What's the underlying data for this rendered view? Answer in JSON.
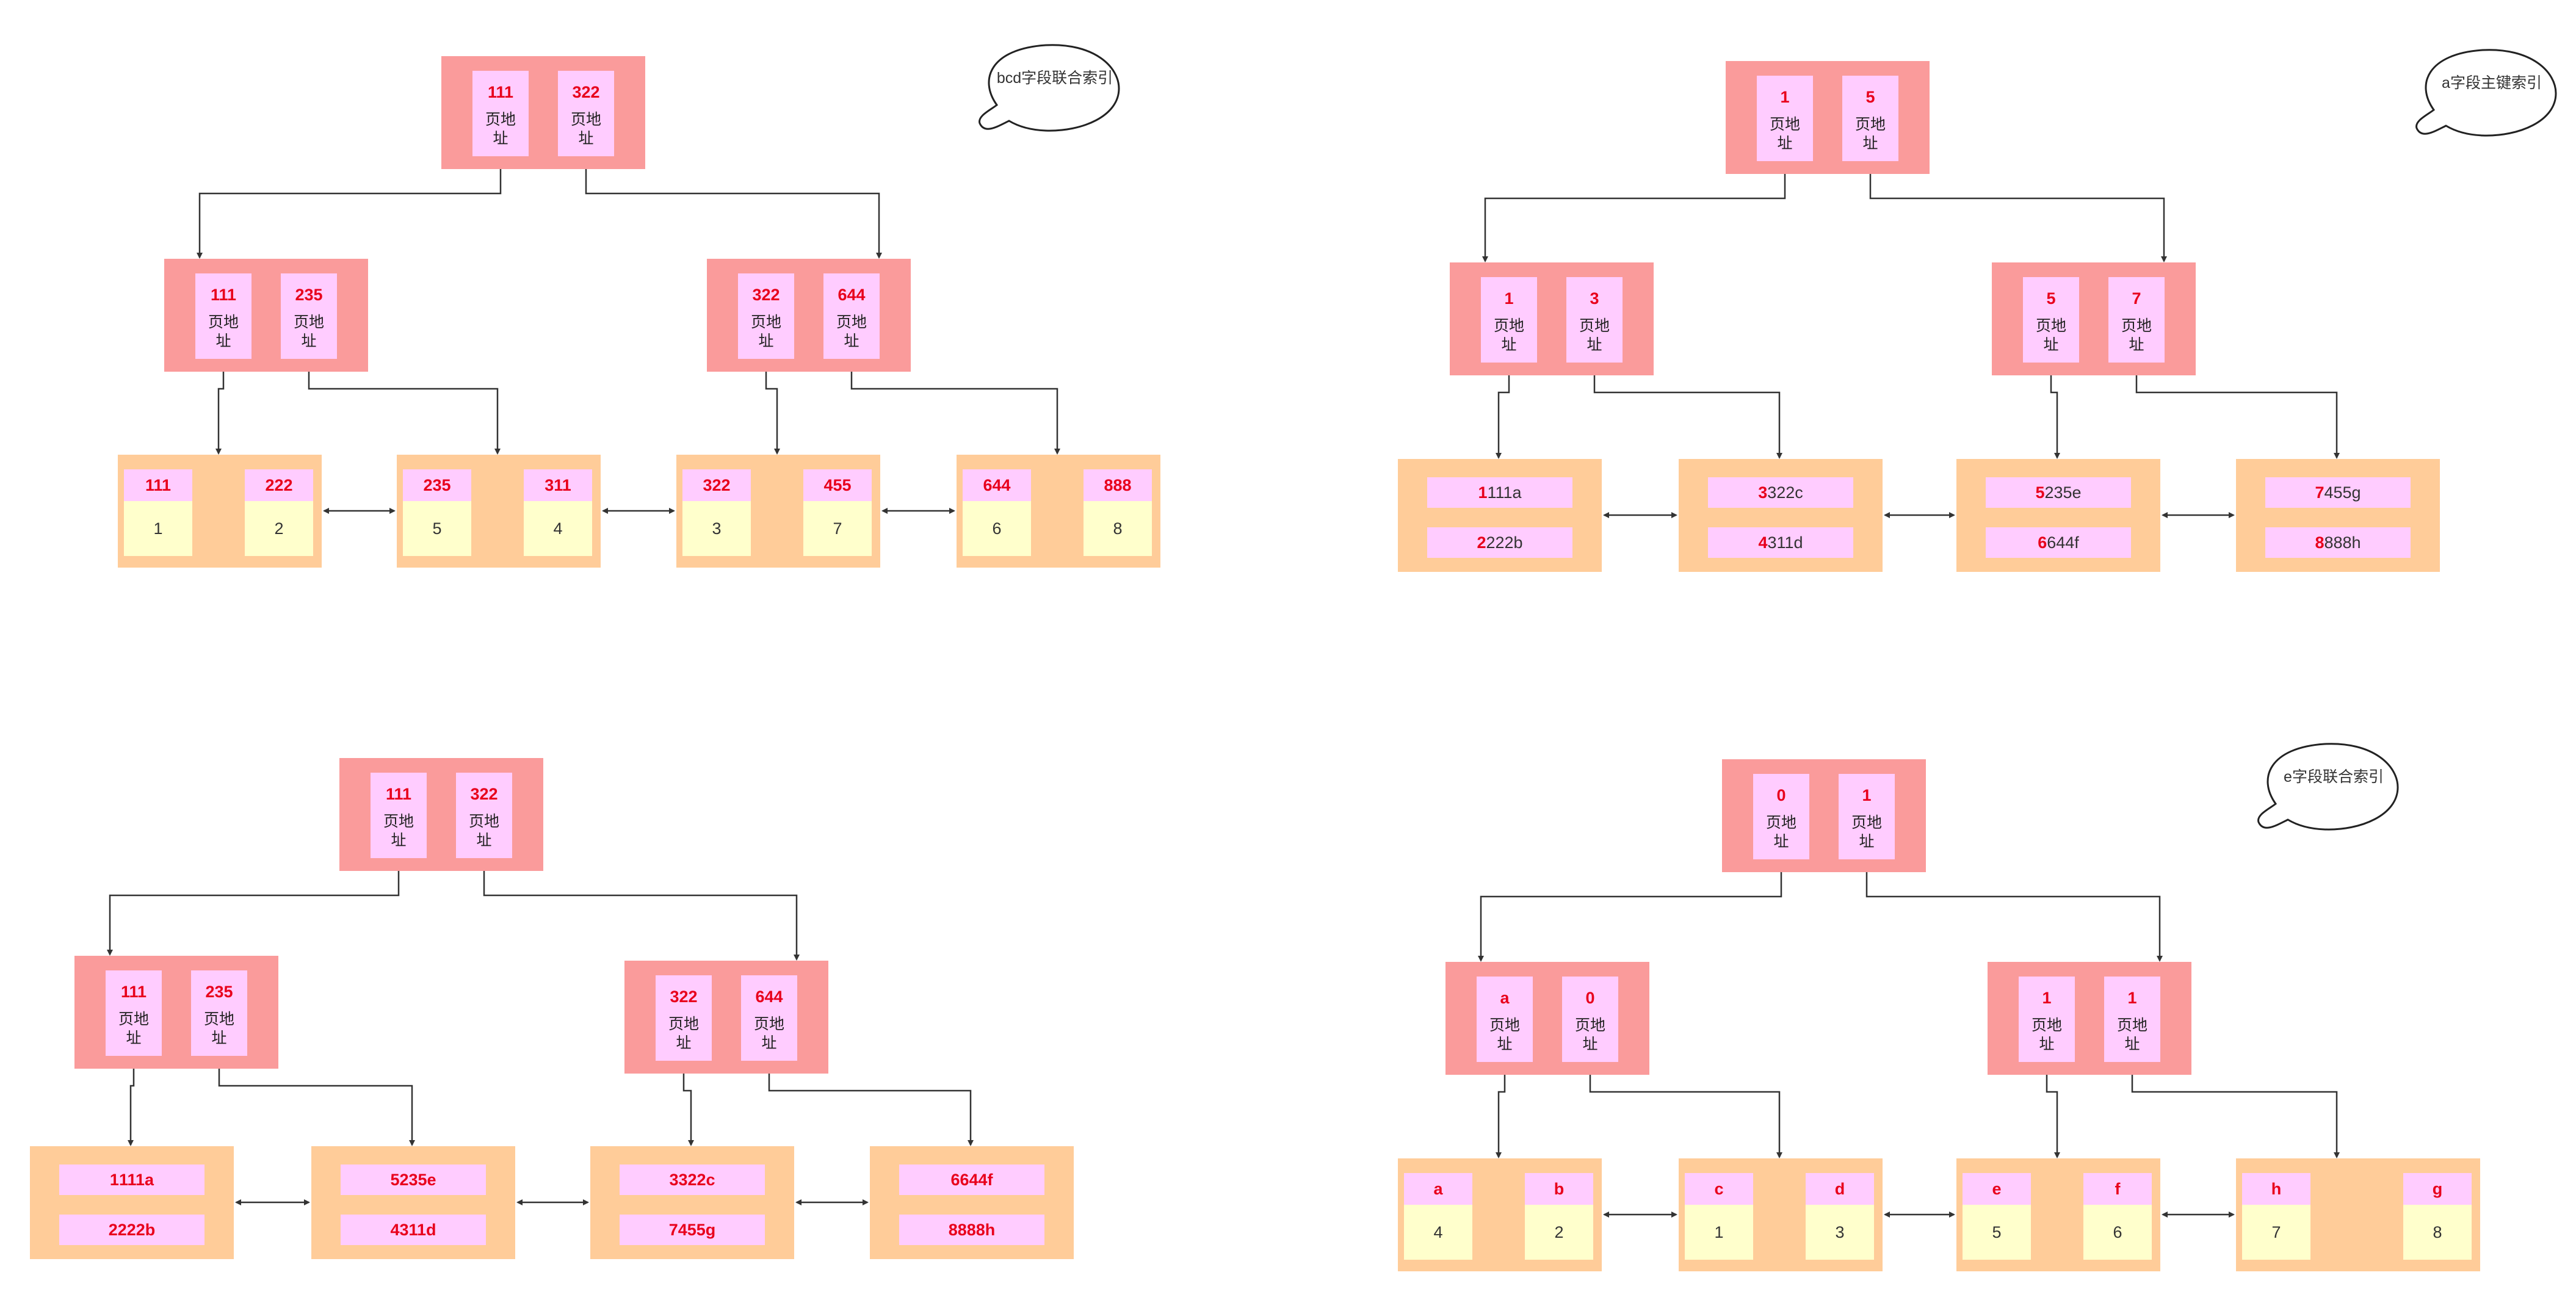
{
  "panels": [
    {
      "id": "bcd",
      "caption": "bcd字段联合索引",
      "root": [
        "111",
        "322"
      ],
      "internal": [
        [
          "111",
          "235"
        ],
        [
          "322",
          "644"
        ]
      ],
      "leaves": [
        {
          "pairs": [
            [
              "111",
              "1"
            ],
            [
              "222",
              "2"
            ]
          ]
        },
        {
          "pairs": [
            [
              "235",
              "5"
            ],
            [
              "311",
              "4"
            ]
          ]
        },
        {
          "pairs": [
            [
              "322",
              "3"
            ],
            [
              "455",
              "7"
            ]
          ]
        },
        {
          "pairs": [
            [
              "644",
              "6"
            ],
            [
              "888",
              "8"
            ]
          ]
        }
      ]
    },
    {
      "id": "a-primary",
      "caption": "a字段主键索引",
      "root": [
        "1",
        "5"
      ],
      "internal": [
        [
          "1",
          "3"
        ],
        [
          "5",
          "7"
        ]
      ],
      "leaves": [
        {
          "rows": [
            [
              "1",
              "111a"
            ],
            [
              "2",
              "222b"
            ]
          ]
        },
        {
          "rows": [
            [
              "3",
              "322c"
            ],
            [
              "4",
              "311d"
            ]
          ]
        },
        {
          "rows": [
            [
              "5",
              "235e"
            ],
            [
              "6",
              "644f"
            ]
          ]
        },
        {
          "rows": [
            [
              "7",
              "455g"
            ],
            [
              "8",
              "888h"
            ]
          ]
        }
      ]
    },
    {
      "id": "bcd-rows",
      "caption": "",
      "root": [
        "111",
        "322"
      ],
      "internal": [
        [
          "111",
          "235"
        ],
        [
          "322",
          "644"
        ]
      ],
      "leaves": [
        {
          "rows3": [
            [
              "1",
              "111",
              "a"
            ],
            [
              "2",
              "222",
              "b"
            ]
          ]
        },
        {
          "rows3": [
            [
              "5",
              "235",
              "e"
            ],
            [
              "4",
              "311",
              "d"
            ]
          ]
        },
        {
          "rows3": [
            [
              "3",
              "322",
              "c"
            ],
            [
              "7",
              "455",
              "g"
            ]
          ]
        },
        {
          "rows3": [
            [
              "6",
              "644",
              "f"
            ],
            [
              "8",
              "888",
              "h"
            ]
          ]
        }
      ]
    },
    {
      "id": "e",
      "caption": "e字段联合索引",
      "root": [
        "0",
        "1"
      ],
      "internal": [
        [
          "a",
          "0"
        ],
        [
          "1",
          "1"
        ]
      ],
      "leaves": [
        {
          "pairs": [
            [
              "a",
              "4"
            ],
            [
              "b",
              "2"
            ]
          ]
        },
        {
          "pairs": [
            [
              "c",
              "1"
            ],
            [
              "d",
              "3"
            ]
          ]
        },
        {
          "pairs": [
            [
              "e",
              "5"
            ],
            [
              "f",
              "6"
            ]
          ]
        },
        {
          "pairs": [
            [
              "h",
              "7"
            ],
            [
              "g",
              "8"
            ]
          ]
        }
      ]
    }
  ],
  "labels": {
    "page_address": "页地址"
  }
}
